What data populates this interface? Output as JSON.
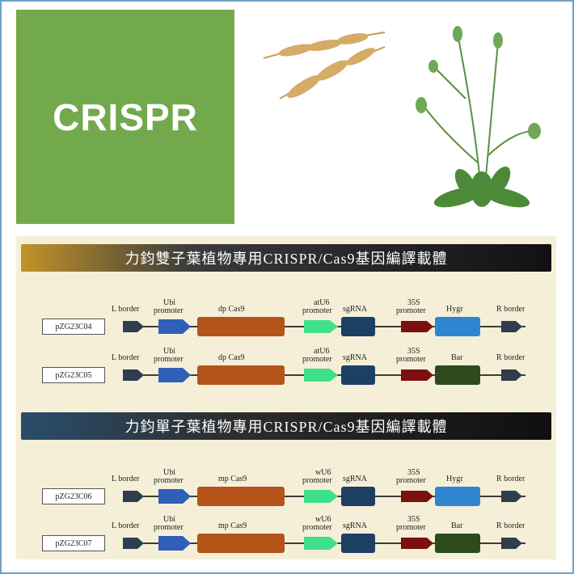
{
  "header": {
    "logo_text": "CRISPR",
    "images": [
      "wheat-photo",
      "arabidopsis-photo"
    ]
  },
  "sections": [
    {
      "title": "力鈞雙子葉植物專用CRISPR/Cas9基因編譯載體",
      "rows": [
        {
          "id": "pZG23C04",
          "labels": {
            "lborder": "L border",
            "ubi1": "Ubi",
            "ubi2": "promoter",
            "cas9": "dp Cas9",
            "u61": "atU6",
            "u62": "promoter",
            "sgrna": "sgRNA",
            "p351": "35S",
            "p352": "promoter",
            "marker": "Hygr",
            "rborder": "R border"
          },
          "marker_type": "hygr"
        },
        {
          "id": "pZG23C05",
          "labels": {
            "lborder": "L border",
            "ubi1": "Ubi",
            "ubi2": "promoter",
            "cas9": "dp Cas9",
            "u61": "atU6",
            "u62": "promoter",
            "sgrna": "sgRNA",
            "p351": "35S",
            "p352": "promoter",
            "marker": "Bar",
            "rborder": "R border"
          },
          "marker_type": "bar"
        }
      ]
    },
    {
      "title": "力鈞單子葉植物專用CRISPR/Cas9基因編譯載體",
      "rows": [
        {
          "id": "pZG23C06",
          "labels": {
            "lborder": "L border",
            "ubi1": "Ubi",
            "ubi2": "promoter",
            "cas9": "mp Cas9",
            "u61": "wU6",
            "u62": "promoter",
            "sgrna": "sgRNA",
            "p351": "35S",
            "p352": "promoter",
            "marker": "Hygr",
            "rborder": "R border"
          },
          "marker_type": "hygr"
        },
        {
          "id": "pZG23C07",
          "labels": {
            "lborder": "L border",
            "ubi1": "Ubi",
            "ubi2": "promoter",
            "cas9": "mp Cas9",
            "u61": "wU6",
            "u62": "promoter",
            "sgrna": "sgRNA",
            "p351": "35S",
            "p352": "promoter",
            "marker": "Bar",
            "rborder": "R border"
          },
          "marker_type": "bar"
        }
      ]
    }
  ],
  "colors": {
    "border_arrow": "#2f3d4f",
    "ubi": "#2f5fb8",
    "cas9": "#b4541a",
    "u6": "#3fe08a",
    "sgrna": "#1d3f63",
    "p35s": "#7a1010",
    "hygr": "#2f86d0",
    "bar": "#2e4a1c",
    "banner_text": "#ffffff"
  }
}
